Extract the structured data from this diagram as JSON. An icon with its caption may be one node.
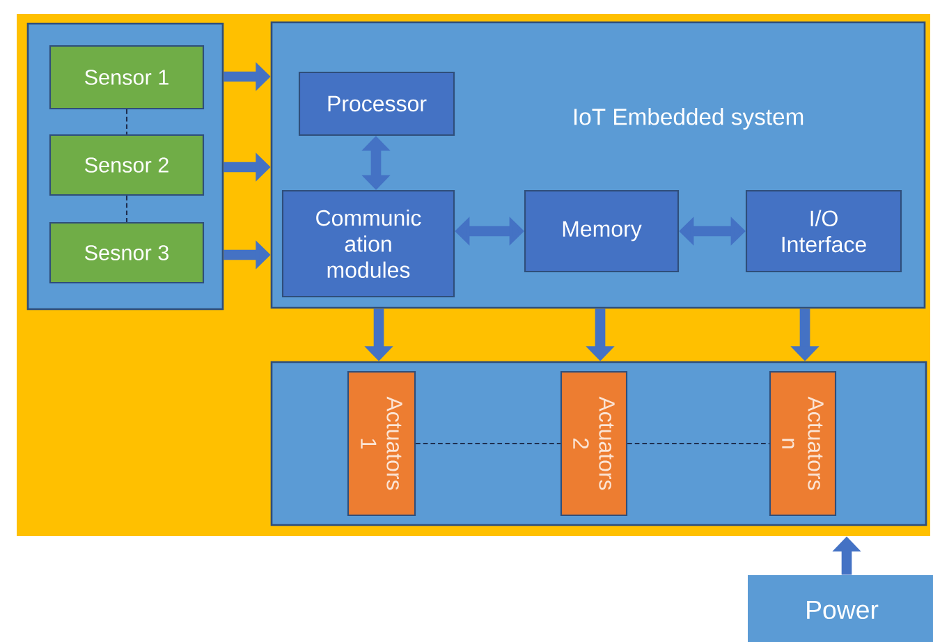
{
  "diagram": {
    "nodes": [
      {
        "text": [],
        "shape": "box"
      },
      {
        "text": [],
        "shape": "box",
        "in": 0
      },
      {
        "text": [
          "Sensor 1"
        ],
        "in": 1
      },
      {
        "text": [
          "Sensor 2"
        ],
        "in": 1
      },
      {
        "text": [
          "Sesnor 3"
        ],
        "in": 1
      },
      {
        "text": [
          "IoT Embedded system"
        ],
        "in": 0
      },
      {
        "text": [
          "Processor"
        ],
        "in": 5
      },
      {
        "text": [
          "Communic ation modules"
        ],
        "in": 5
      },
      {
        "text": [
          "Memory"
        ],
        "in": 5
      },
      {
        "text": [
          "I/O Interface"
        ],
        "in": 5
      },
      {
        "text": [],
        "shape": "box",
        "in": 0
      },
      {
        "text": [
          "Actuators 1"
        ],
        "in": 10
      },
      {
        "text": [
          "Actuators 2"
        ],
        "in": 10
      },
      {
        "text": [
          "Actuators n"
        ],
        "in": 10
      },
      {
        "text": [
          "Power"
        ]
      }
    ],
    "edges": [
      {
        "from": 1,
        "to": 5,
        "arrow": "to"
      },
      {
        "from": 1,
        "to": 5,
        "arrow": "to"
      },
      {
        "from": 1,
        "to": 5,
        "arrow": "to"
      },
      {
        "from": 2,
        "to": 3,
        "arrow": "none",
        "style": "dashed",
        "color": "#1f2f4f"
      },
      {
        "from": 3,
        "to": 4,
        "arrow": "none",
        "style": "dashed",
        "color": "#1f2f4f"
      },
      {
        "from": 6,
        "to": 7,
        "arrow": "both"
      },
      {
        "from": 7,
        "to": 8,
        "arrow": "both"
      },
      {
        "from": 8,
        "to": 9,
        "arrow": "both"
      },
      {
        "from": 5,
        "to": 10,
        "arrow": "to"
      },
      {
        "from": 5,
        "to": 10,
        "arrow": "to"
      },
      {
        "from": 5,
        "to": 10,
        "arrow": "to"
      },
      {
        "from": 11,
        "to": 12,
        "arrow": "none",
        "style": "dashed",
        "color": "#1f2f4f"
      },
      {
        "from": 12,
        "to": 13,
        "arrow": "none",
        "style": "dashed",
        "color": "#1f2f4f"
      },
      {
        "from": 14,
        "to": 0,
        "arrow": "to"
      }
    ]
  }
}
